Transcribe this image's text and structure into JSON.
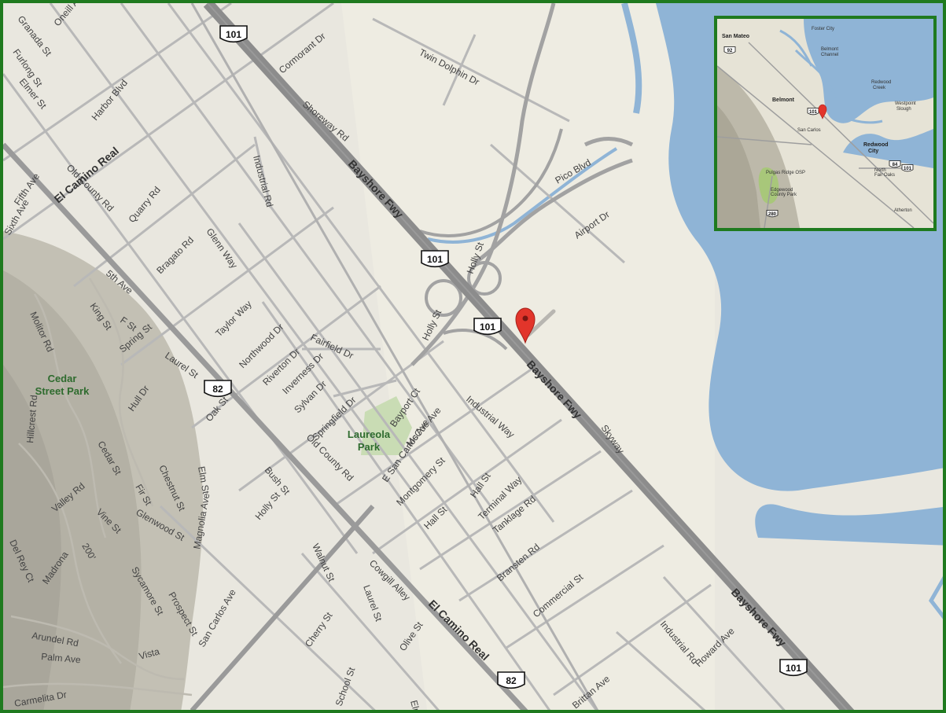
{
  "map": {
    "colors": {
      "land": "#e9e7df",
      "land_light": "#eeece2",
      "water": "#8fb4d6",
      "road": "#a9a9a9",
      "freeway": "#8c8c8c",
      "park": "#c9dcb4",
      "hills": "#b9b6aa",
      "frame": "#1f7a1f",
      "marker": "#e2352b"
    },
    "streets": [
      "Granada St",
      "Furlong St",
      "Elmer St",
      "Oneill Ave",
      "Harbor Blvd",
      "Old County Rd",
      "El Camino Real",
      "Fifth Ave",
      "Sixth Ave",
      "Quarry Rd",
      "Bragato Rd",
      "Glenn Way",
      "Taylor Way",
      "Industrial Rd",
      "5th Ave",
      "King St",
      "F St",
      "Spring St",
      "Laurel St",
      "Hull Dr",
      "Northwood Dr",
      "Riverton Dr",
      "Fairfield Dr",
      "Inverness Dr",
      "Sylvan Dr",
      "Springfield Dr",
      "Old County Rd",
      "Oak St",
      "Elm St",
      "Bush St",
      "Holly St",
      "Cedar St",
      "Fir St",
      "Chestnut St",
      "Magnolia Ave",
      "Glenwood St",
      "Vine St",
      "Valley Rd",
      "Hillcrest Rd",
      "Madrona",
      "Del Rey Ct",
      "Arundel Rd",
      "Palm Ave",
      "Vista",
      "Sycamore St",
      "Prospect St",
      "San Carlos Ave",
      "Walnut St",
      "Cherry St",
      "Laurel St",
      "Cowgill Alley",
      "Olive St",
      "El Camino Real",
      "Bayport Ct",
      "McCue Ave",
      "E San Carlos Ave",
      "Montgomery St",
      "Industrial Way",
      "Hall St",
      "Hall St",
      "Terminal Way",
      "Tanklage Rd",
      "Bransten Rd",
      "Commercial St",
      "Industrial Rd",
      "Howard Ave",
      "Brittan Ave",
      "Skyway",
      "Holly St",
      "Holly St",
      "Pico Blvd",
      "Airport Dr",
      "Twin Dolphin Dr",
      "Cormorant Dr",
      "Shoreway Rd",
      "Bayshore Fwy",
      "Bayshore Fwy",
      "Bayshore Fwy",
      "Carmelita Dr",
      "School St",
      "Molitor Rd",
      "Elm"
    ],
    "shields": [
      "101",
      "101",
      "101",
      "101",
      "82",
      "82"
    ],
    "parks": [
      {
        "line1": "Cedar",
        "line2": "Street Park"
      },
      {
        "line1": "Laureola",
        "line2": "Park"
      }
    ],
    "contour_label": "200'",
    "marker_icon": "map-pin-icon"
  },
  "inset": {
    "labels": [
      "San Mateo",
      "Foster City",
      "Belmont",
      "Channel",
      "Belmont",
      "Redwood",
      "Creek",
      "Westpoint",
      "Slough",
      "San Carlos",
      "Redwood",
      "City",
      "Pulgas Ridge OSP",
      "Edgewood",
      "County Park",
      "North",
      "Fair Oaks",
      "Atherton"
    ],
    "shields": [
      "92",
      "101",
      "84",
      "101",
      "280"
    ],
    "marker_icon": "map-pin-icon"
  }
}
